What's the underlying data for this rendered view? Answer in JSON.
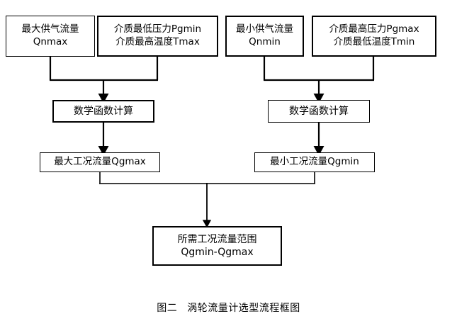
{
  "diagram": {
    "title_caption": "图二　涡轮流量计选型流程框图",
    "caption_label": "图二",
    "caption_text": "涡轮流量计选型流程框图",
    "line_color": "#000000",
    "box_fill": "#ffffff",
    "nodes": {
      "max_supply_flow": {
        "line1": "最大供气流量",
        "line2": "Qnmax"
      },
      "min_pressure_max_temp": {
        "line1": "介质最低压力Pgmin",
        "line2": "介质最高温度Tmax"
      },
      "min_supply_flow": {
        "line1": "最小供气流量",
        "line2": "Qnmin"
      },
      "max_pressure_min_temp": {
        "line1": "介质最高压力Pgmax",
        "line2": "介质最低温度Tmin"
      },
      "math_calc_left": {
        "line1": "数学函数计算"
      },
      "math_calc_right": {
        "line1": "数学函数计算"
      },
      "max_working_flow": {
        "line1": "最大工况流量Qgmax"
      },
      "min_working_flow": {
        "line1": "最小工况流量Qgmin"
      },
      "required_range": {
        "line1": "所需工况流量范围",
        "line2": "Qgmin-Qgmax"
      }
    }
  }
}
